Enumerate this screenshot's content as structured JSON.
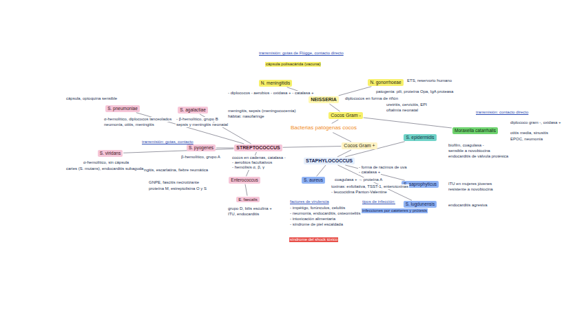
{
  "diagram": {
    "nodes": [
      {
        "text": [
          "Bacterias patógenas cocos"
        ]
      },
      {
        "text": [
          "Cocos Gram -"
        ]
      },
      {
        "text": [
          "NEISSERIA"
        ]
      },
      {
        "text": [
          "N. meningitidis"
        ]
      },
      {
        "text": [
          "N. gonorrhoeae"
        ]
      },
      {
        "text": [
          "Cocos Gram +"
        ]
      },
      {
        "text": [
          "STREPTOCOCCUS"
        ]
      },
      {
        "text": [
          "STAPHYLOCOCCUS"
        ]
      },
      {
        "text": [
          "S. pyogenes"
        ]
      },
      {
        "text": [
          "S. agalactiae"
        ]
      },
      {
        "text": [
          "S. pneumoniae"
        ]
      },
      {
        "text": [
          "S. viridans"
        ]
      },
      {
        "text": [
          "Enterococcus"
        ]
      },
      {
        "text": [
          "S. aureus"
        ]
      },
      {
        "text": [
          "S. epidermidis"
        ]
      },
      {
        "text": [
          "S. saprophyticus"
        ]
      },
      {
        "text": [
          "S. lugdunensis"
        ]
      },
      {
        "text": [
          "Moraxella catarrhalis"
        ]
      },
      {
        "text": [
          "E. faecalis"
        ]
      }
    ],
    "edges": [
      {
        "from": 0,
        "to": 1,
        "arrow": "none"
      },
      {
        "from": 0,
        "to": 5,
        "arrow": "none"
      },
      {
        "from": 1,
        "to": 2,
        "arrow": "none"
      },
      {
        "from": 2,
        "to": 3,
        "arrow": "none"
      },
      {
        "from": 2,
        "to": 4,
        "arrow": "none"
      },
      {
        "from": 5,
        "to": 6,
        "arrow": "none"
      },
      {
        "from": 5,
        "to": 7,
        "arrow": "none"
      },
      {
        "from": 6,
        "to": 8,
        "arrow": "none"
      },
      {
        "from": 6,
        "to": 9,
        "arrow": "none"
      },
      {
        "from": 6,
        "to": 10,
        "arrow": "none"
      },
      {
        "from": 6,
        "to": 11,
        "arrow": "none"
      },
      {
        "from": 6,
        "to": 12,
        "arrow": "none"
      },
      {
        "from": 7,
        "to": 13,
        "arrow": "none"
      },
      {
        "from": 7,
        "to": 14,
        "arrow": "none"
      },
      {
        "from": 7,
        "to": 15,
        "arrow": "none"
      },
      {
        "from": 7,
        "to": 16,
        "arrow": "none"
      },
      {
        "from": 1,
        "to": 17,
        "arrow": "none"
      },
      {
        "from": 12,
        "to": 18,
        "arrow": "none"
      }
    ],
    "labels": [
      "transmisión: gotas de Flügge, contacto directo",
      "cápsula polisacárida (vacuna)",
      "- diplococos - aerobios - oxidasa + - catalasa +",
      "meningitis, sepsis (meningococemia)",
      "hábitat: nasofaringe",
      "ETS, reservorio humano",
      "patogenia: pili, proteína Opa, IgA proteasa",
      "uretritis, cervicitis, EPI",
      "oftalmía neonatal",
      "transmisión: contacto directo",
      "otitis media, sinusitis",
      "EPOC, neumonía",
      "diplococo gram -, oxidasa +",
      "diplococos en forma de riñón",
      "- forma de racimos de uva",
      "- catalasa +",
      "coagulasa + → proteína A",
      "toxinas: exfoliativa, TSST-1, enterotoxinas",
      "- leucocidina Panton-Valentine",
      "factores de virulencia",
      "- impétigo, forúnculos, celulitis",
      "- neumonía, endocarditis, osteomielitis",
      "- intoxicación alimentaria",
      "- síndrome de piel escaldada",
      "síndrome del shock tóxico",
      "tipos de infección:",
      "infecciones por catéteres y prótesis",
      "biofilm, coagulasa -",
      "endocarditis de válvula protésica",
      "ITU en mujeres jóvenes",
      "resistente a novobiocina",
      "endocarditis agresiva",
      "sensible a novobiocina",
      "cocos en cadenas, catalasa -",
      "- aerobios facultativos",
      "- hemólisis α, β, γ",
      "faringitis, escarlatina, fiebre reumática",
      "β-hemolítico, grupo A",
      "GNPE, fascitis necrotizante",
      "proteína M, estreptolisina O y S",
      "- β-hemolítico, grupo B",
      "sepsis y meningitis neonatal",
      "α-hemolítico, diplococos lanceolados",
      "neumonía, otitis, meningitis",
      "cápsula, optoquina sensible",
      "α-hemolítico, sin cápsula",
      "caries (S. mutans), endocarditis subaguda",
      "grupo D, bilis esculina +",
      "transmisión: gotas, contacto",
      "ITU, endocarditis"
    ]
  }
}
